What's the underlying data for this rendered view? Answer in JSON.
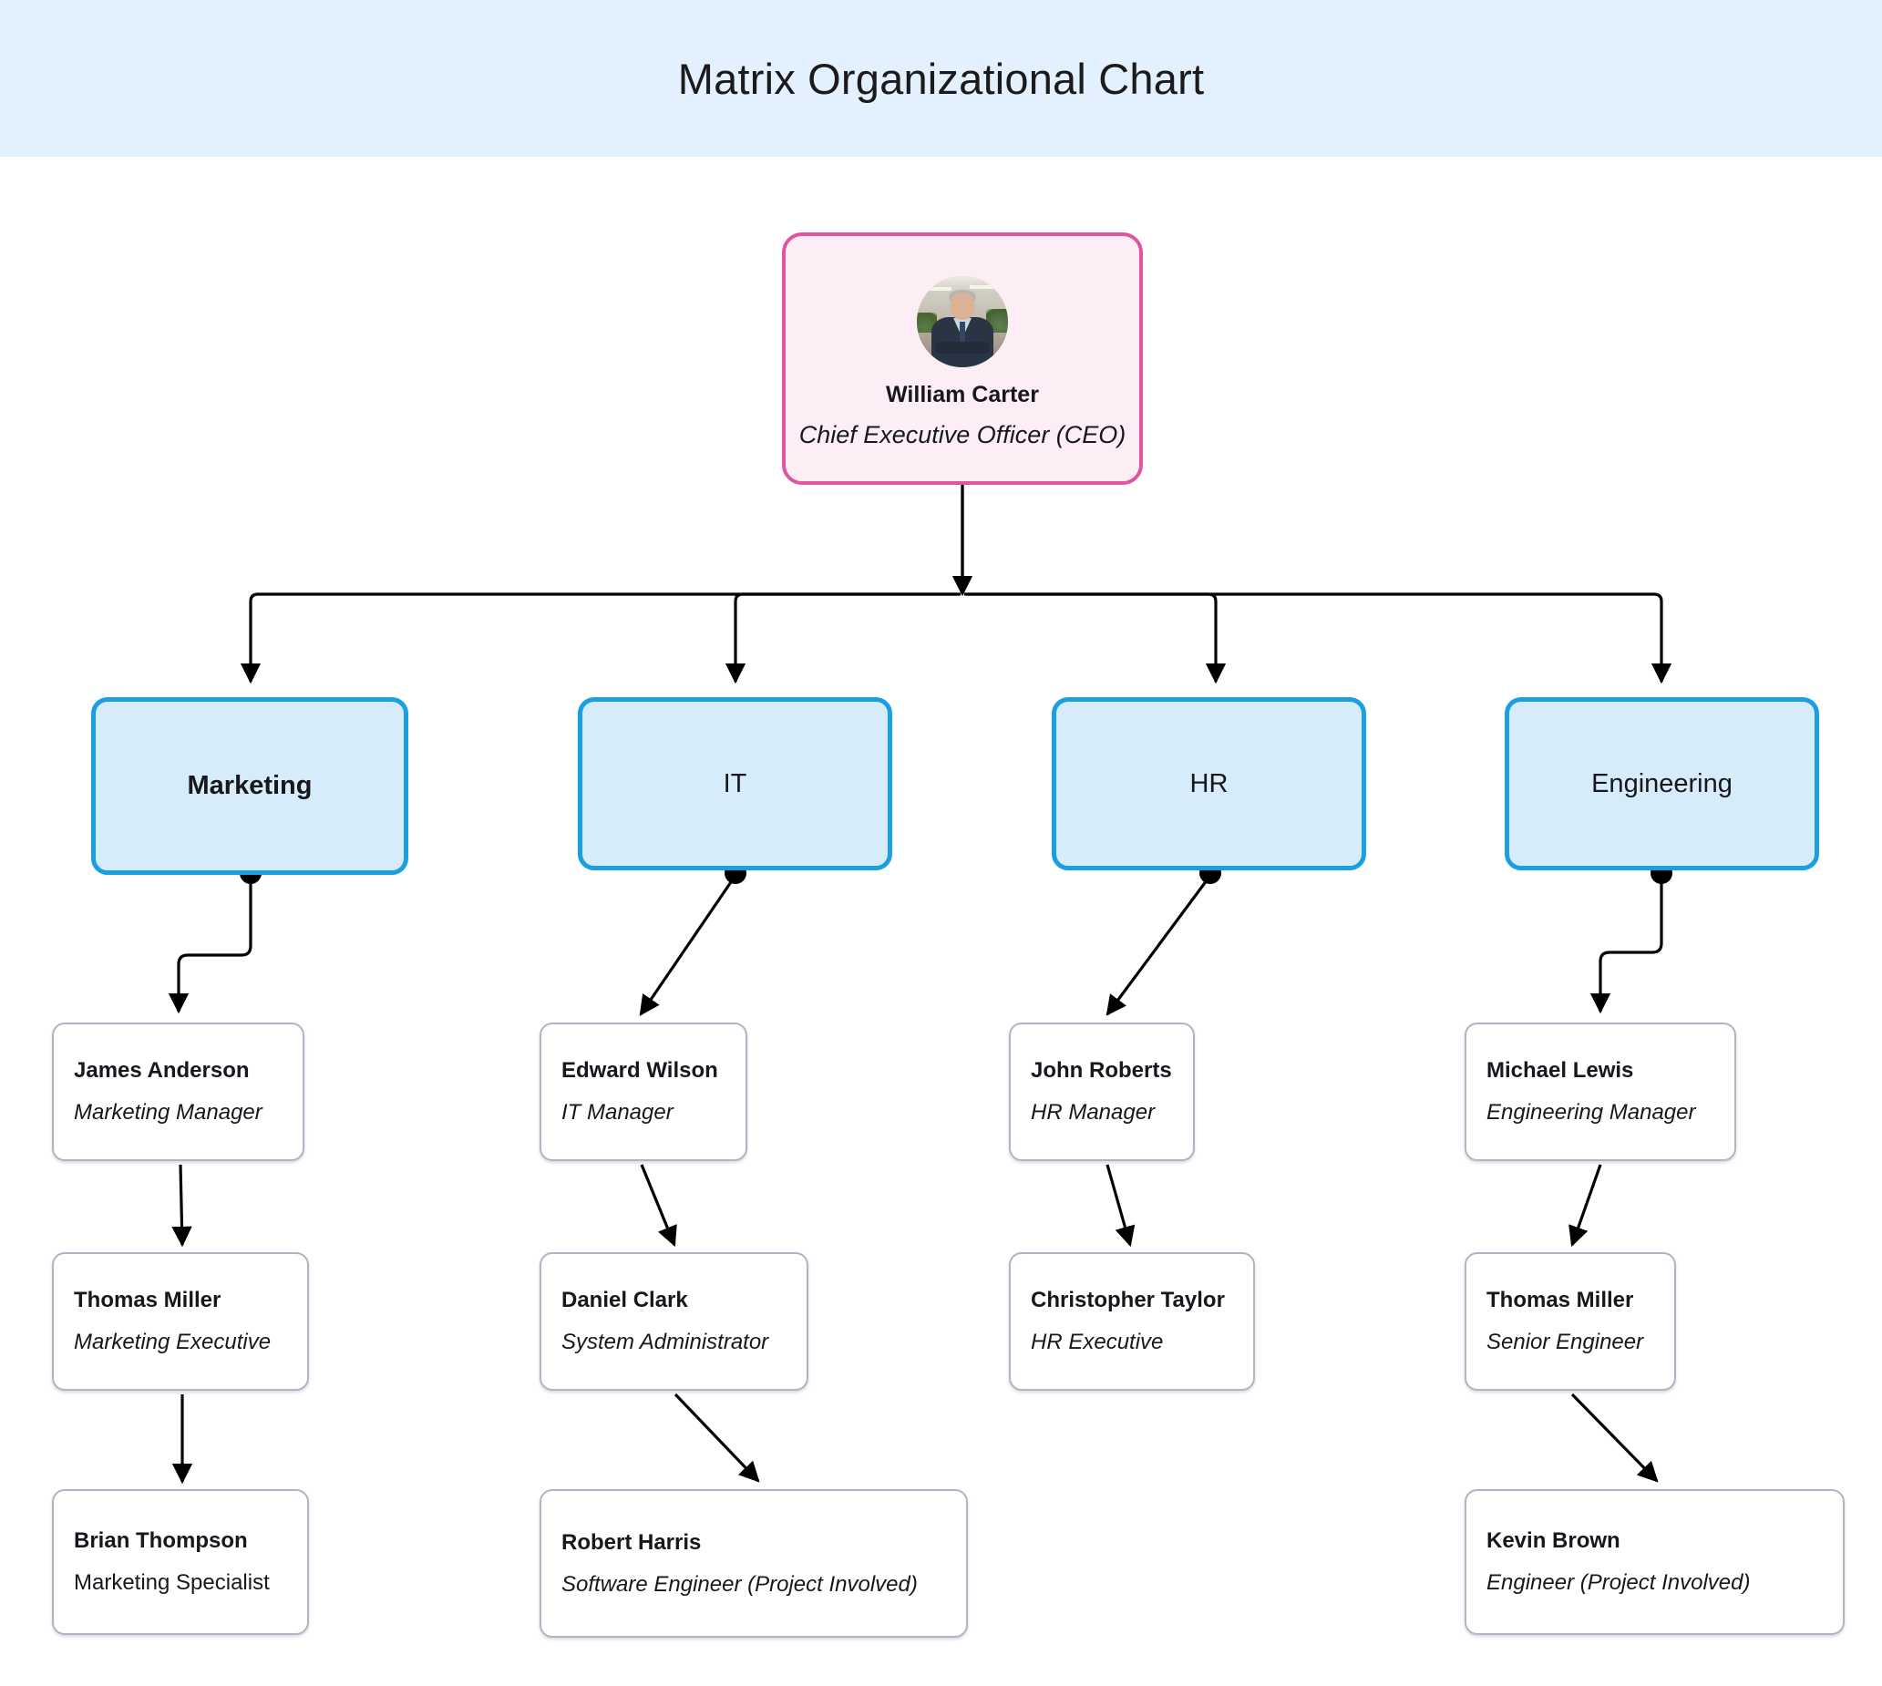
{
  "header": {
    "title": "Matrix Organizational Chart",
    "band_color": "#e3f0fd"
  },
  "chart_data": {
    "type": "diagram",
    "diagram_kind": "organizational-chart",
    "title": "Matrix Organizational Chart",
    "orientation": "top-down",
    "nodes": [
      {
        "id": "ceo",
        "name": "William Carter",
        "role": "Chief Executive Officer (CEO)",
        "level": 0,
        "style": "ceo",
        "has_avatar": true,
        "fill": "#fdeef5",
        "border": "#e0559e"
      },
      {
        "id": "dept-marketing",
        "label": "Marketing",
        "level": 1,
        "style": "department",
        "bold": true,
        "fill": "#d7ecfb",
        "border": "#1c9fe0"
      },
      {
        "id": "dept-it",
        "label": "IT",
        "level": 1,
        "style": "department",
        "bold": false,
        "fill": "#d7ecfb",
        "border": "#1c9fe0"
      },
      {
        "id": "dept-hr",
        "label": "HR",
        "level": 1,
        "style": "department",
        "bold": false,
        "fill": "#d7ecfb",
        "border": "#1c9fe0"
      },
      {
        "id": "dept-engineering",
        "label": "Engineering",
        "level": 1,
        "style": "department",
        "bold": false,
        "fill": "#d7ecfb",
        "border": "#1c9fe0"
      },
      {
        "id": "emp-james",
        "name": "James Anderson",
        "role": "Marketing Manager",
        "level": 2,
        "style": "employee",
        "italic_role": true
      },
      {
        "id": "emp-thomas-m",
        "name": "Thomas Miller",
        "role": "Marketing Executive",
        "level": 3,
        "style": "employee",
        "italic_role": true
      },
      {
        "id": "emp-brian",
        "name": "Brian Thompson",
        "role": "Marketing Specialist",
        "level": 4,
        "style": "employee",
        "italic_role": false
      },
      {
        "id": "emp-edward",
        "name": "Edward Wilson",
        "role": "IT Manager",
        "level": 2,
        "style": "employee",
        "italic_role": true
      },
      {
        "id": "emp-daniel",
        "name": "Daniel Clark",
        "role": "System Administrator",
        "level": 3,
        "style": "employee",
        "italic_role": true
      },
      {
        "id": "emp-robert",
        "name": "Robert Harris",
        "role": "Software Engineer (Project Involved)",
        "level": 4,
        "style": "employee",
        "italic_role": true
      },
      {
        "id": "emp-john",
        "name": "John Roberts",
        "role": "HR Manager",
        "level": 2,
        "style": "employee",
        "italic_role": true
      },
      {
        "id": "emp-chris",
        "name": "Christopher Taylor",
        "role": "HR Executive",
        "level": 3,
        "style": "employee",
        "italic_role": true
      },
      {
        "id": "emp-michael",
        "name": "Michael Lewis",
        "role": "Engineering Manager",
        "level": 2,
        "style": "employee",
        "italic_role": true
      },
      {
        "id": "emp-thomas-s",
        "name": "Thomas Miller",
        "role": "Senior Engineer",
        "level": 3,
        "style": "employee",
        "italic_role": true
      },
      {
        "id": "emp-kevin",
        "name": "Kevin Brown",
        "role": "Engineer (Project Involved)",
        "level": 4,
        "style": "employee",
        "italic_role": true
      }
    ],
    "edges": [
      {
        "from": "ceo",
        "to": "dept-marketing",
        "style": "orthogonal",
        "arrow": "target"
      },
      {
        "from": "ceo",
        "to": "dept-it",
        "style": "orthogonal",
        "arrow": "target"
      },
      {
        "from": "ceo",
        "to": "dept-hr",
        "style": "orthogonal",
        "arrow": "target"
      },
      {
        "from": "ceo",
        "to": "dept-engineering",
        "style": "orthogonal",
        "arrow": "target"
      },
      {
        "from": "dept-marketing",
        "to": "emp-james",
        "style": "elbow",
        "arrow": "target",
        "source_dot": true
      },
      {
        "from": "dept-it",
        "to": "emp-edward",
        "style": "straight",
        "arrow": "target",
        "source_dot": true
      },
      {
        "from": "dept-hr",
        "to": "emp-john",
        "style": "straight",
        "arrow": "target",
        "source_dot": true
      },
      {
        "from": "dept-engineering",
        "to": "emp-michael",
        "style": "elbow",
        "arrow": "target",
        "source_dot": true
      },
      {
        "from": "emp-james",
        "to": "emp-thomas-m",
        "style": "straight",
        "arrow": "target"
      },
      {
        "from": "emp-thomas-m",
        "to": "emp-brian",
        "style": "straight",
        "arrow": "target"
      },
      {
        "from": "emp-edward",
        "to": "emp-daniel",
        "style": "straight",
        "arrow": "target"
      },
      {
        "from": "emp-daniel",
        "to": "emp-robert",
        "style": "straight",
        "arrow": "target"
      },
      {
        "from": "emp-john",
        "to": "emp-chris",
        "style": "straight",
        "arrow": "target"
      },
      {
        "from": "emp-michael",
        "to": "emp-thomas-s",
        "style": "straight",
        "arrow": "target"
      },
      {
        "from": "emp-thomas-s",
        "to": "emp-kevin",
        "style": "straight",
        "arrow": "target"
      }
    ],
    "legend": [],
    "colors": {
      "header_band": "#e3f0fd",
      "ceo_fill": "#fdeef5",
      "ceo_border": "#e0559e",
      "department_fill": "#d7ecfb",
      "department_border": "#1c9fe0",
      "employee_fill": "#ffffff",
      "employee_border": "#aeb6c4",
      "edge": "#000000",
      "canvas": "#ffffff"
    }
  },
  "ceo": {
    "name": "William Carter",
    "title": "Chief Executive Officer (CEO)",
    "avatar_alt": "photo-of-ceo"
  },
  "departments": [
    {
      "label": "Marketing"
    },
    {
      "label": "IT"
    },
    {
      "label": "HR"
    },
    {
      "label": "Engineering"
    }
  ],
  "employees": {
    "james": {
      "name": "James Anderson",
      "role": "Marketing Manager"
    },
    "thomas_m": {
      "name": "Thomas Miller",
      "role": "Marketing Executive"
    },
    "brian": {
      "name": "Brian Thompson",
      "role": "Marketing Specialist"
    },
    "edward": {
      "name": "Edward Wilson",
      "role": "IT Manager"
    },
    "daniel": {
      "name": "Daniel Clark",
      "role": "System Administrator"
    },
    "robert": {
      "name": "Robert Harris",
      "role": "Software Engineer (Project Involved)"
    },
    "john": {
      "name": "John Roberts",
      "role": "HR Manager"
    },
    "chris": {
      "name": "Christopher Taylor",
      "role": "HR Executive"
    },
    "michael": {
      "name": "Michael Lewis",
      "role": "Engineering Manager"
    },
    "thomas_s": {
      "name": "Thomas Miller",
      "role": "Senior Engineer"
    },
    "kevin": {
      "name": "Kevin Brown",
      "role": "Engineer (Project Involved)"
    }
  }
}
